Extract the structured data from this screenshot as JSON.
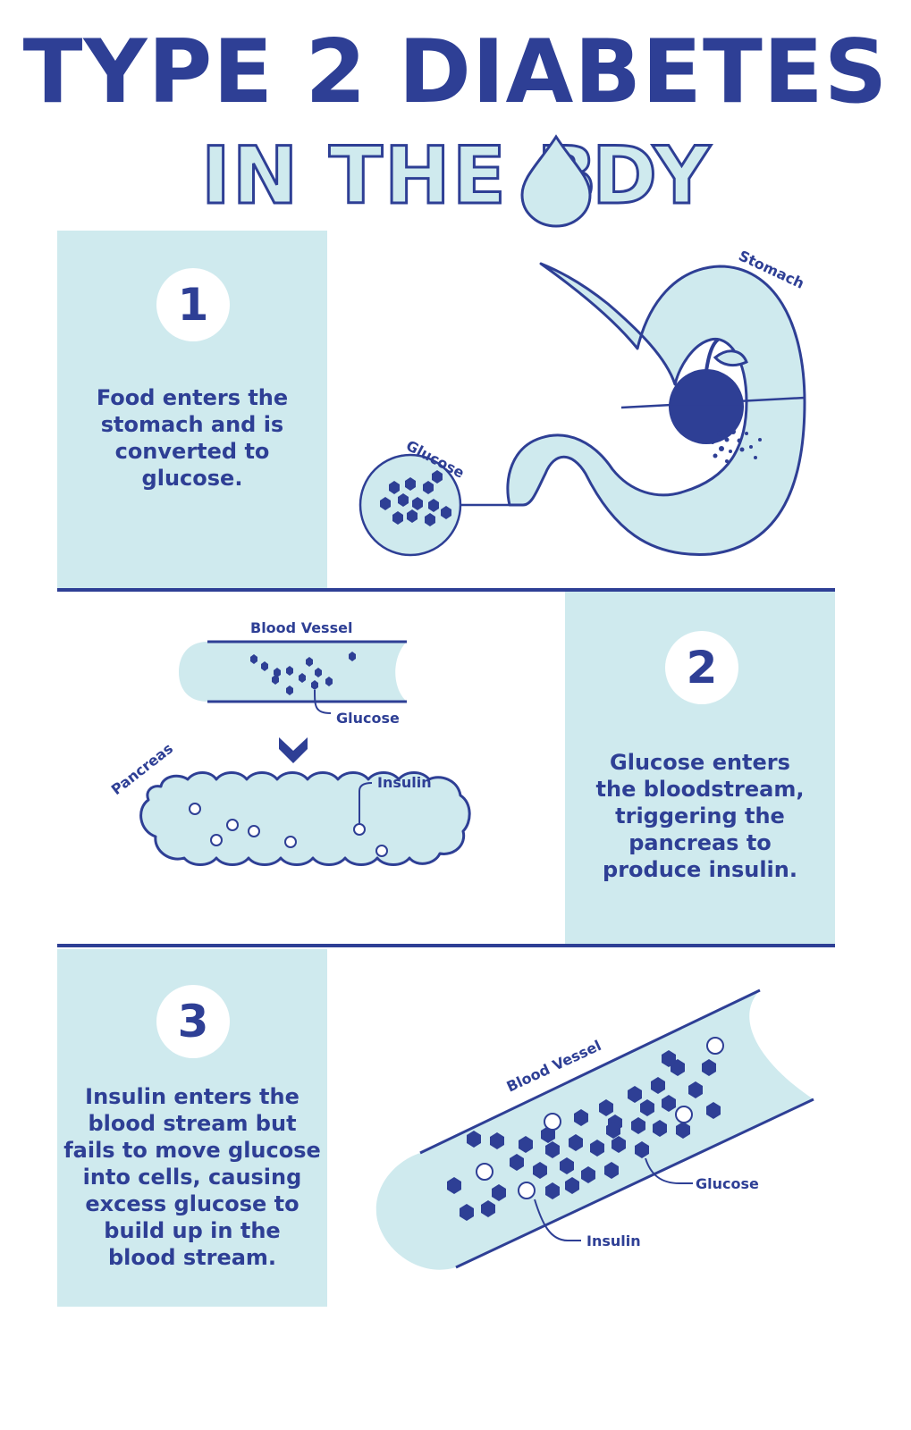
{
  "title": {
    "line1": "TYPE 2 DIABETES",
    "line2_part1": "IN THE B",
    "line2_part2": "DY"
  },
  "colors": {
    "navy": "#2e3f95",
    "light_blue": "#cfeaee",
    "white": "#ffffff"
  },
  "steps": [
    {
      "number": "1",
      "text": "Food enters the\nstomach and is\nconverted to\nglucose.",
      "labels": {
        "stomach": "Stomach",
        "glucose": "Glucose"
      }
    },
    {
      "number": "2",
      "text": "Glucose enters\nthe bloodstream,\ntriggering the\npancreas to\nproduce insulin.",
      "labels": {
        "blood_vessel": "Blood Vessel",
        "glucose": "Glucose",
        "pancreas": "Pancreas",
        "insulin": "Insulin"
      }
    },
    {
      "number": "3",
      "text": "Insulin enters the\nblood stream but\nfails to move glucose\ninto cells, causing\nexcess glucose to\nbuild up in the\nblood stream.",
      "labels": {
        "blood_vessel": "Blood Vessel",
        "glucose": "Glucose",
        "insulin": "Insulin"
      }
    }
  ],
  "icons": [
    "drop-icon",
    "stomach-icon",
    "apple-icon",
    "glucose-molecule-icon",
    "blood-vessel-icon",
    "pancreas-icon",
    "insulin-icon",
    "arrow-down-icon"
  ]
}
